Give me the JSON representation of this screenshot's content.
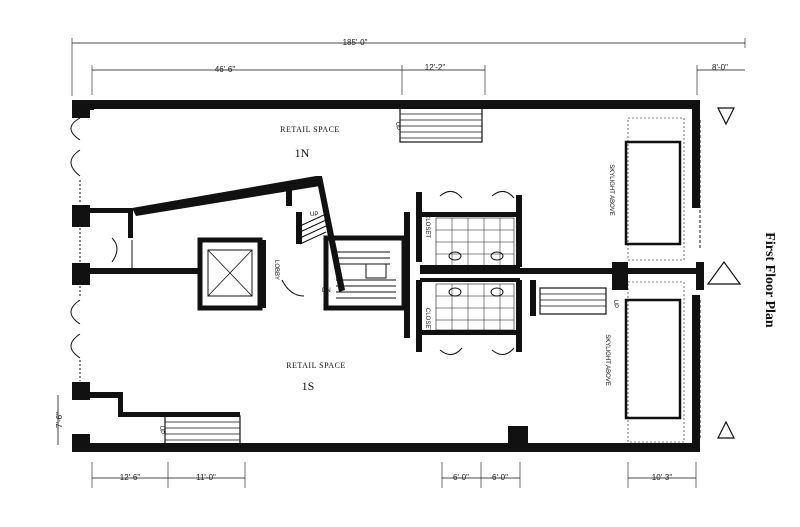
{
  "plan_title": "First Floor Plan",
  "dimensions": {
    "overall_width": "185'-0\"",
    "top_left": "46'-6\"",
    "top_stair": "12'-2\"",
    "top_right": "8'-0\"",
    "bottom_left_1": "12'-6\"",
    "bottom_left_2": "11'-0\"",
    "bottom_mid_1": "6'-0\"",
    "bottom_mid_2": "6'-0\"",
    "bottom_right": "10'-3\"",
    "left_side": "7'-6\""
  },
  "rooms": {
    "north_label": "RETAIL SPACE",
    "north_unit": "1N",
    "south_label": "RETAIL SPACE",
    "south_unit": "1S",
    "lobby": "LOBBY",
    "closet_north": "CLOSET",
    "closet_south": "CLOSET",
    "skylight_north": "SKYLIGHT ABOVE",
    "skylight_south": "SKYLIGHT ABOVE"
  },
  "stair_marks": {
    "north": "UP",
    "south": "UP",
    "core_up": "UP",
    "core_dn": "DN",
    "right": "UP"
  },
  "colors": {
    "ink": "#111111",
    "paper": "#ffffff"
  }
}
